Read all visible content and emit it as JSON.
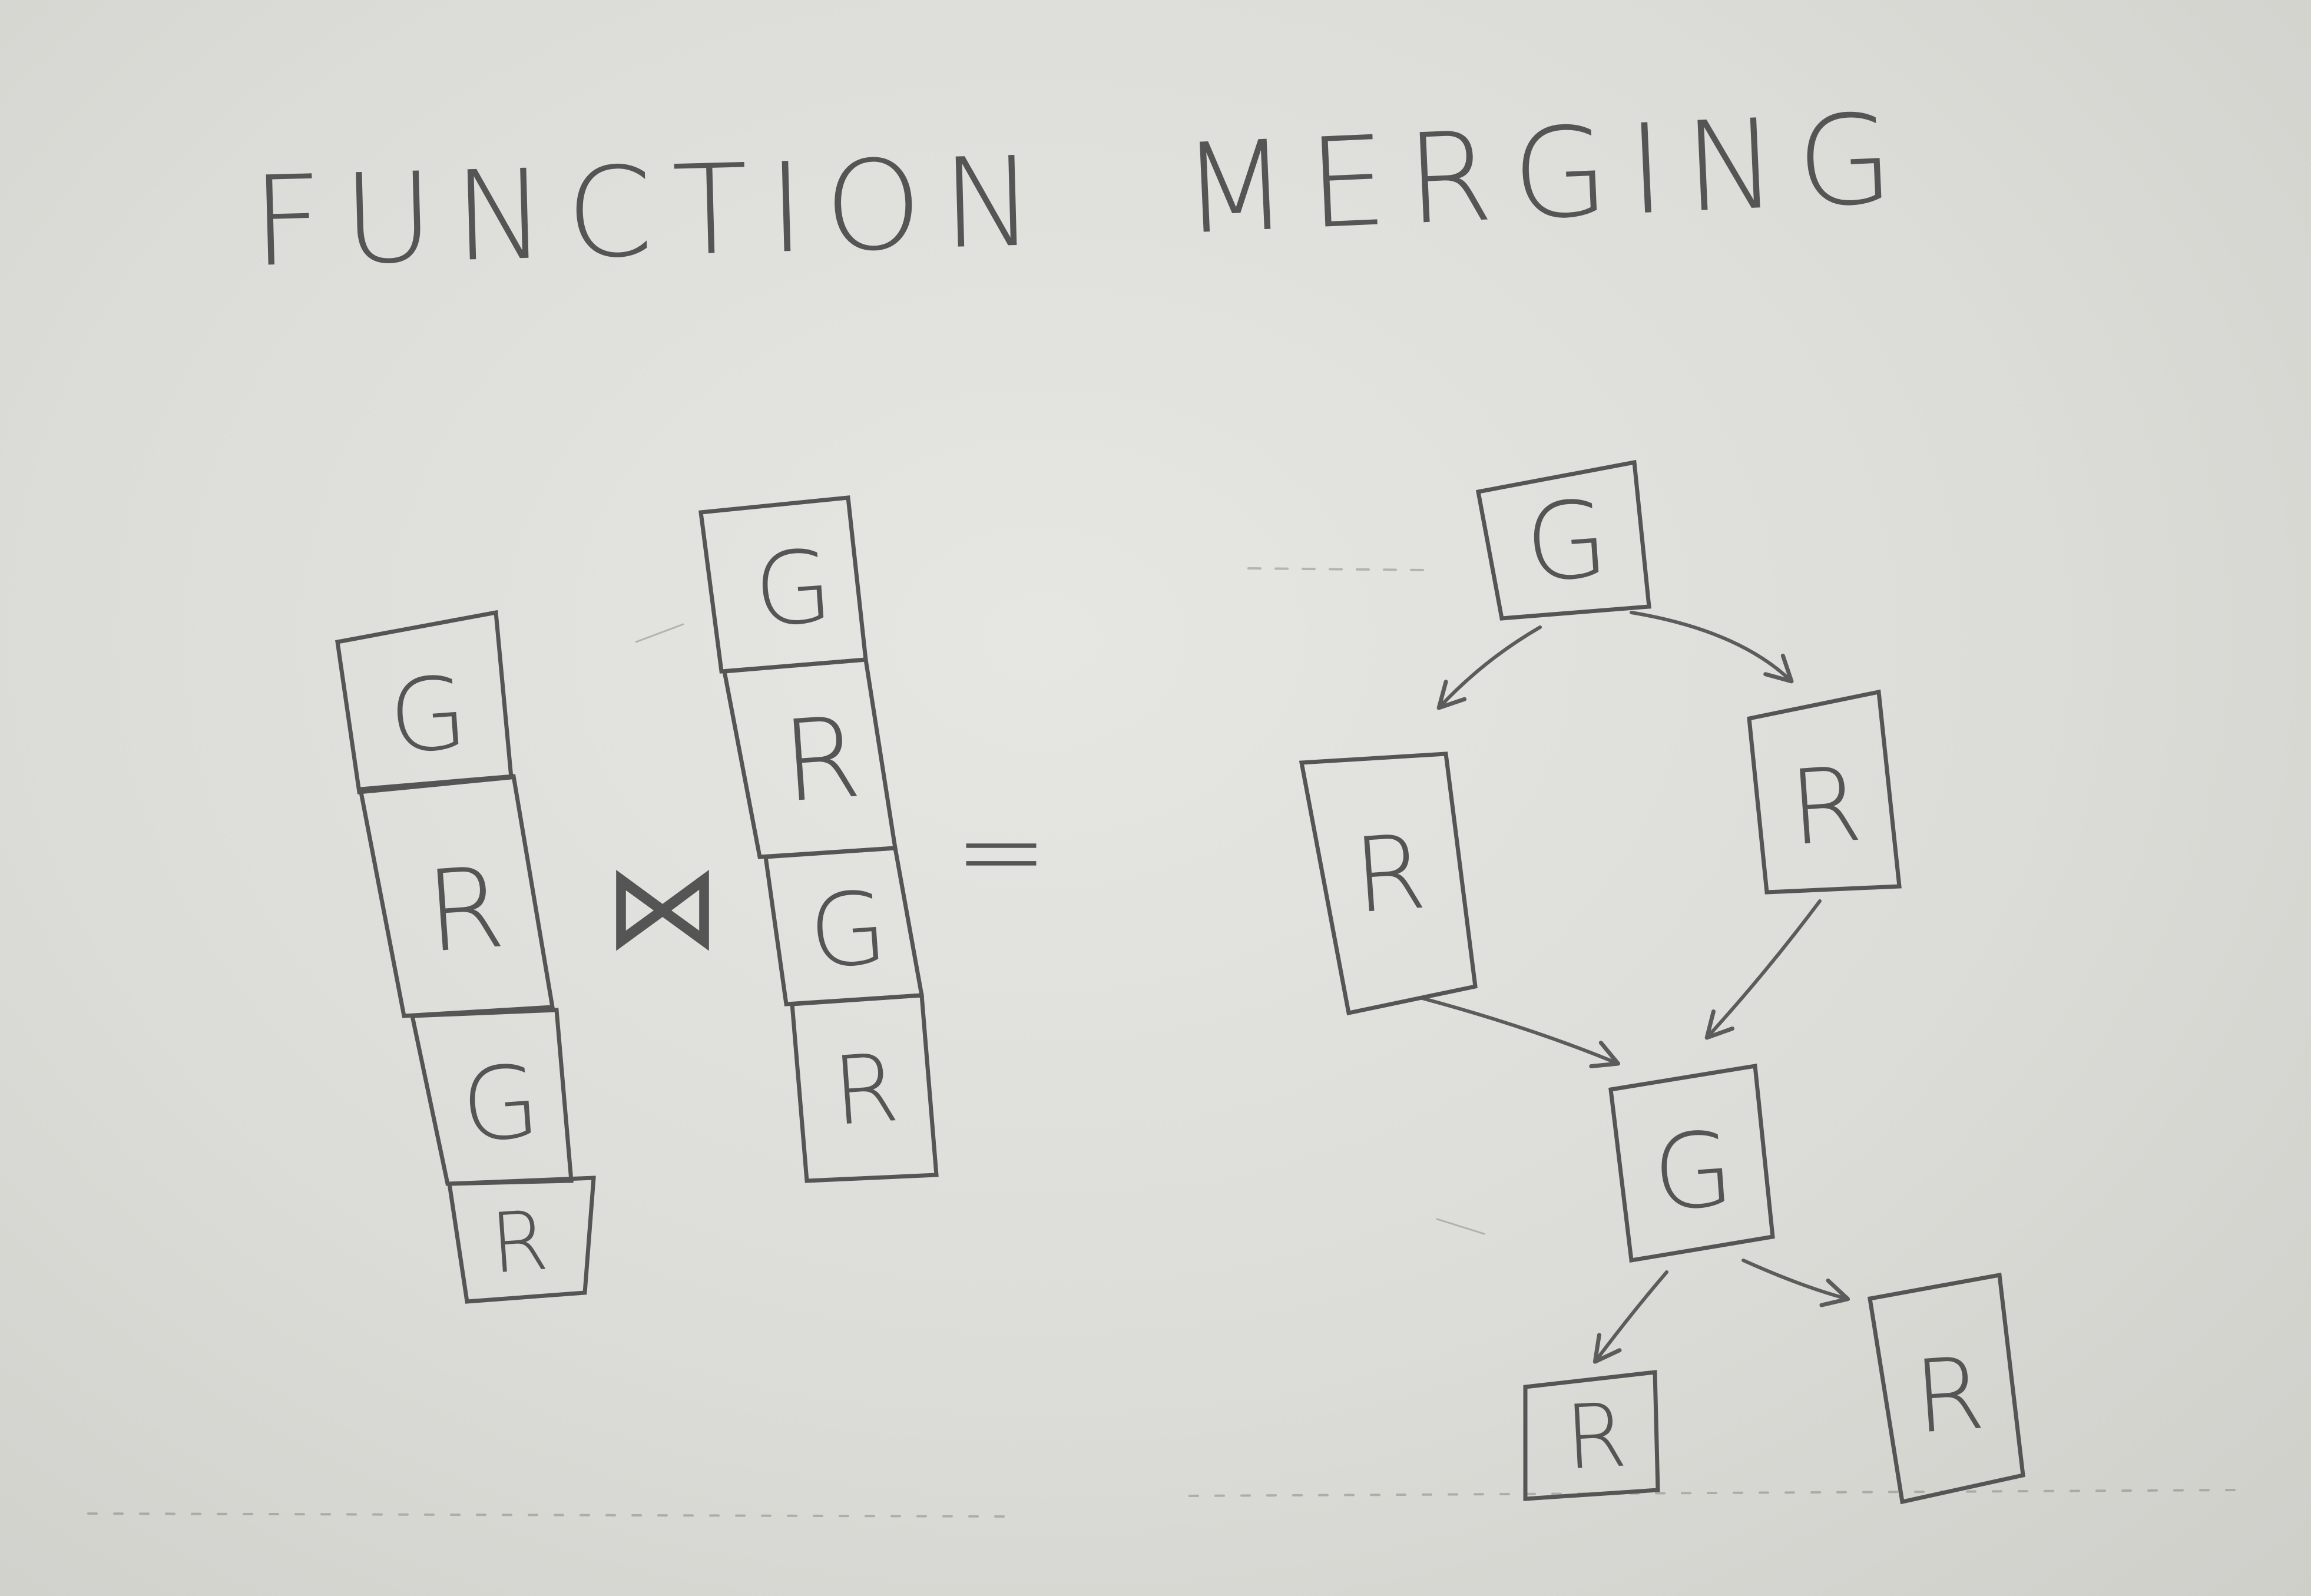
{
  "title": {
    "word1": "FUNCTION",
    "word2": "MERGING"
  },
  "equation": {
    "join_symbol": "⋈",
    "equals_symbol": "="
  },
  "left_stack": [
    {
      "label": "G"
    },
    {
      "label": "R"
    },
    {
      "label": "G"
    },
    {
      "label": "R"
    }
  ],
  "right_stack": [
    {
      "label": "G"
    },
    {
      "label": "R"
    },
    {
      "label": "G"
    },
    {
      "label": "R"
    }
  ],
  "merged_graph": {
    "nodes": [
      {
        "id": "root",
        "label": "G"
      },
      {
        "id": "left",
        "label": "R"
      },
      {
        "id": "right",
        "label": "R"
      },
      {
        "id": "middle",
        "label": "G"
      },
      {
        "id": "bottom-left",
        "label": "R"
      },
      {
        "id": "bottom-right",
        "label": "R"
      }
    ],
    "edges": [
      {
        "from": "root",
        "to": "left"
      },
      {
        "from": "root",
        "to": "right"
      },
      {
        "from": "left",
        "to": "middle"
      },
      {
        "from": "right",
        "to": "middle"
      },
      {
        "from": "middle",
        "to": "bottom-left"
      },
      {
        "from": "middle",
        "to": "bottom-right"
      }
    ]
  },
  "colors": {
    "paper": "#dddcd8",
    "pencil": "#555555"
  }
}
